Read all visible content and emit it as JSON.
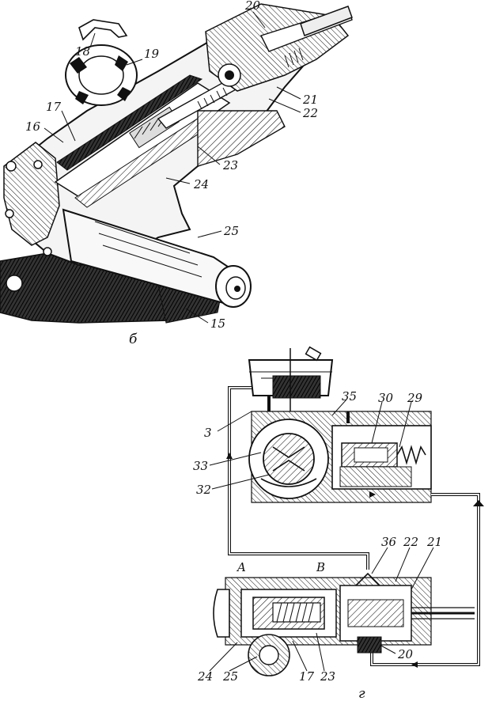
{
  "figure_a": {
    "subfigure_label": "б",
    "callouts": [
      {
        "id": "c18",
        "text": "18"
      },
      {
        "id": "c19",
        "text": "19"
      },
      {
        "id": "c20",
        "text": "20"
      },
      {
        "id": "c17",
        "text": "17"
      },
      {
        "id": "c16",
        "text": "16"
      },
      {
        "id": "c21",
        "text": "21"
      },
      {
        "id": "c22",
        "text": "22"
      },
      {
        "id": "c23",
        "text": "23"
      },
      {
        "id": "c24",
        "text": "24"
      },
      {
        "id": "c25",
        "text": "25"
      },
      {
        "id": "c15",
        "text": "15"
      }
    ]
  },
  "figure_b": {
    "subfigure_label": "г",
    "callouts": [
      {
        "id": "c3",
        "text": "3"
      },
      {
        "id": "c35",
        "text": "35"
      },
      {
        "id": "c30",
        "text": "30"
      },
      {
        "id": "c29",
        "text": "29"
      },
      {
        "id": "c33",
        "text": "33"
      },
      {
        "id": "c32",
        "text": "32"
      },
      {
        "id": "cA",
        "text": "A"
      },
      {
        "id": "cB",
        "text": "B"
      },
      {
        "id": "c36",
        "text": "36"
      },
      {
        "id": "c22b",
        "text": "22"
      },
      {
        "id": "c21b",
        "text": "21"
      },
      {
        "id": "c20b",
        "text": "20"
      },
      {
        "id": "c24b",
        "text": "24"
      },
      {
        "id": "c25b",
        "text": "25"
      },
      {
        "id": "c17b",
        "text": "17"
      },
      {
        "id": "c23b",
        "text": "23"
      }
    ]
  }
}
